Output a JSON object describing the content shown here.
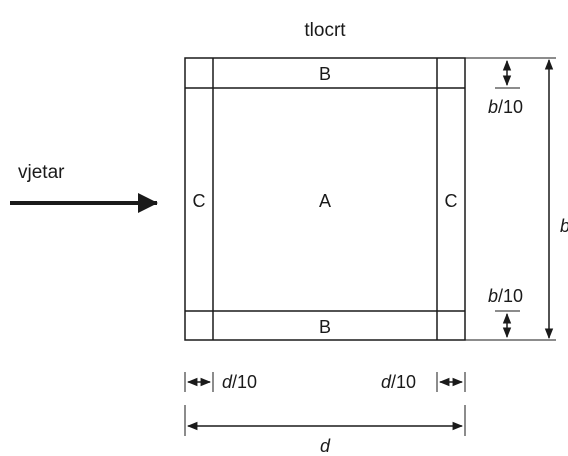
{
  "title": "tlocrt",
  "wind_label": "vjetar",
  "zones": {
    "center": "A",
    "top": "B",
    "bottom": "B",
    "left": "C",
    "right": "C"
  },
  "dimensions": {
    "b_full": "b",
    "b_top": {
      "var": "b",
      "rest": "/10"
    },
    "b_bottom": {
      "var": "b",
      "rest": "/10"
    },
    "d_full": "d",
    "d_left": {
      "var": "d",
      "rest": "/10"
    },
    "d_right": {
      "var": "d",
      "rest": "/10"
    }
  }
}
